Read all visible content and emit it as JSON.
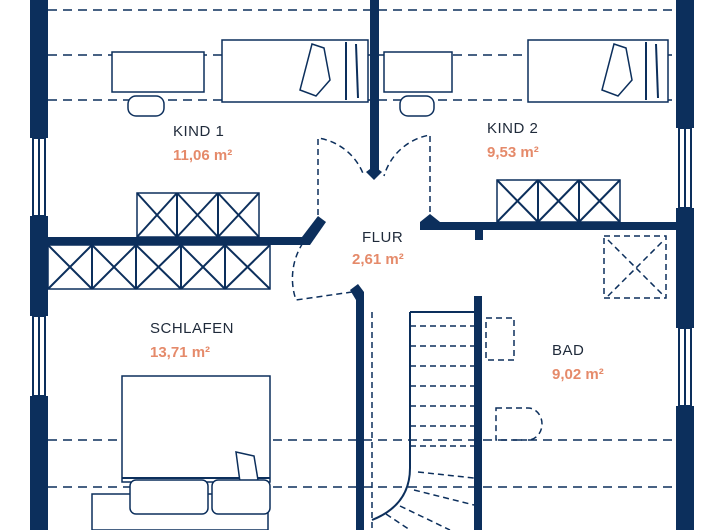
{
  "rooms": [
    {
      "name": "KIND 1",
      "area": "11,06 m²"
    },
    {
      "name": "KIND 2",
      "area": "9,53 m²"
    },
    {
      "name": "FLUR",
      "area": "2,61 m²"
    },
    {
      "name": "SCHLAFEN",
      "area": "13,71 m²"
    },
    {
      "name": "BAD",
      "area": "9,02 m²"
    }
  ],
  "colors": {
    "wall": "#0c2f5c",
    "name_text": "#1f2a3a",
    "area_text": "#e58a6a"
  }
}
